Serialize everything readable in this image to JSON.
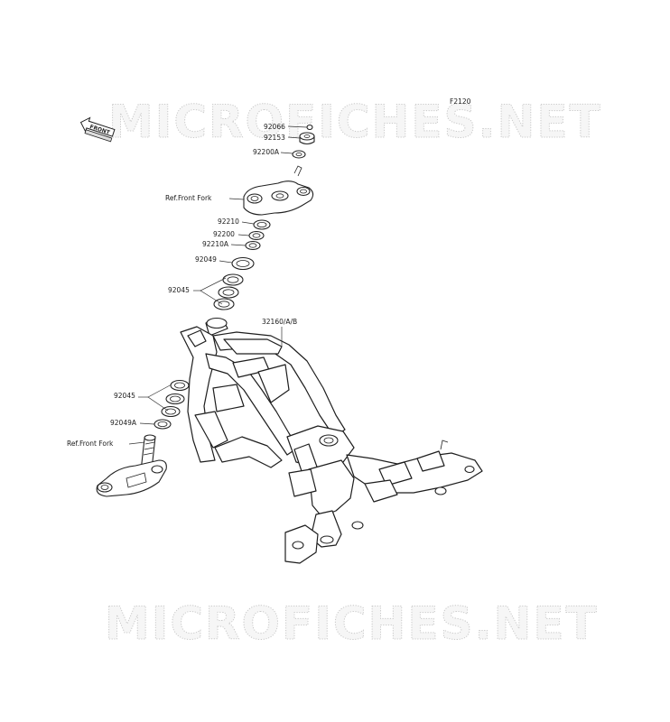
{
  "diagram": {
    "figure_code": "F2120",
    "watermark_text": "MICROFICHES.NET",
    "front_arrow_label": "FRONT",
    "part_labels": [
      {
        "id": "p92066",
        "text": "92066"
      },
      {
        "id": "p92153",
        "text": "92153"
      },
      {
        "id": "p92200A",
        "text": "92200A"
      },
      {
        "id": "pref1",
        "text": "Ref.Front Fork"
      },
      {
        "id": "p92210",
        "text": "92210"
      },
      {
        "id": "p92200",
        "text": "92200"
      },
      {
        "id": "p92210A",
        "text": "92210A"
      },
      {
        "id": "p92049",
        "text": "92049"
      },
      {
        "id": "p92045a",
        "text": "92045"
      },
      {
        "id": "p32160",
        "text": "32160/A/B"
      },
      {
        "id": "p92045b",
        "text": "92045"
      },
      {
        "id": "p92049A",
        "text": "92049A"
      },
      {
        "id": "pref2",
        "text": "Ref.Front Fork"
      }
    ]
  }
}
